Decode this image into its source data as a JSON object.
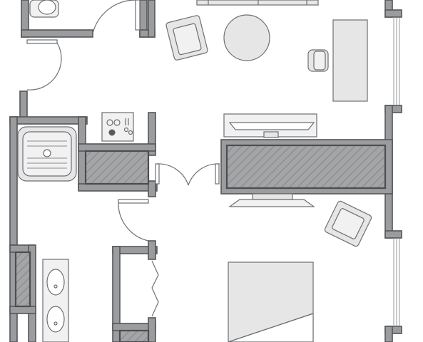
{
  "title": "",
  "rooms": [
    {
      "id": "bathroom-top",
      "label": ""
    },
    {
      "id": "living-room",
      "label": ""
    },
    {
      "id": "kitchen",
      "label": ""
    },
    {
      "id": "bathroom-bottom",
      "label": ""
    },
    {
      "id": "bedroom",
      "label": ""
    }
  ],
  "fixtures": [
    {
      "type": "toilet-icon"
    },
    {
      "type": "armchair-icon",
      "count": 2
    },
    {
      "type": "round-table-icon"
    },
    {
      "type": "desk-icon"
    },
    {
      "type": "desk-chair-icon"
    },
    {
      "type": "sofa-icon"
    },
    {
      "type": "kitchen-sink-icon"
    },
    {
      "type": "stove-icon"
    },
    {
      "type": "tv-icon",
      "count": 2
    },
    {
      "type": "double-vanity-icon"
    },
    {
      "type": "bed-icon"
    },
    {
      "type": "door-swing-icon",
      "count": 5
    }
  ],
  "colors": {
    "wall_fill": "#9a9c9e",
    "wall_stroke": "#55575a",
    "furniture_fill": "#e6e6e7",
    "line": "#6d6f72"
  }
}
